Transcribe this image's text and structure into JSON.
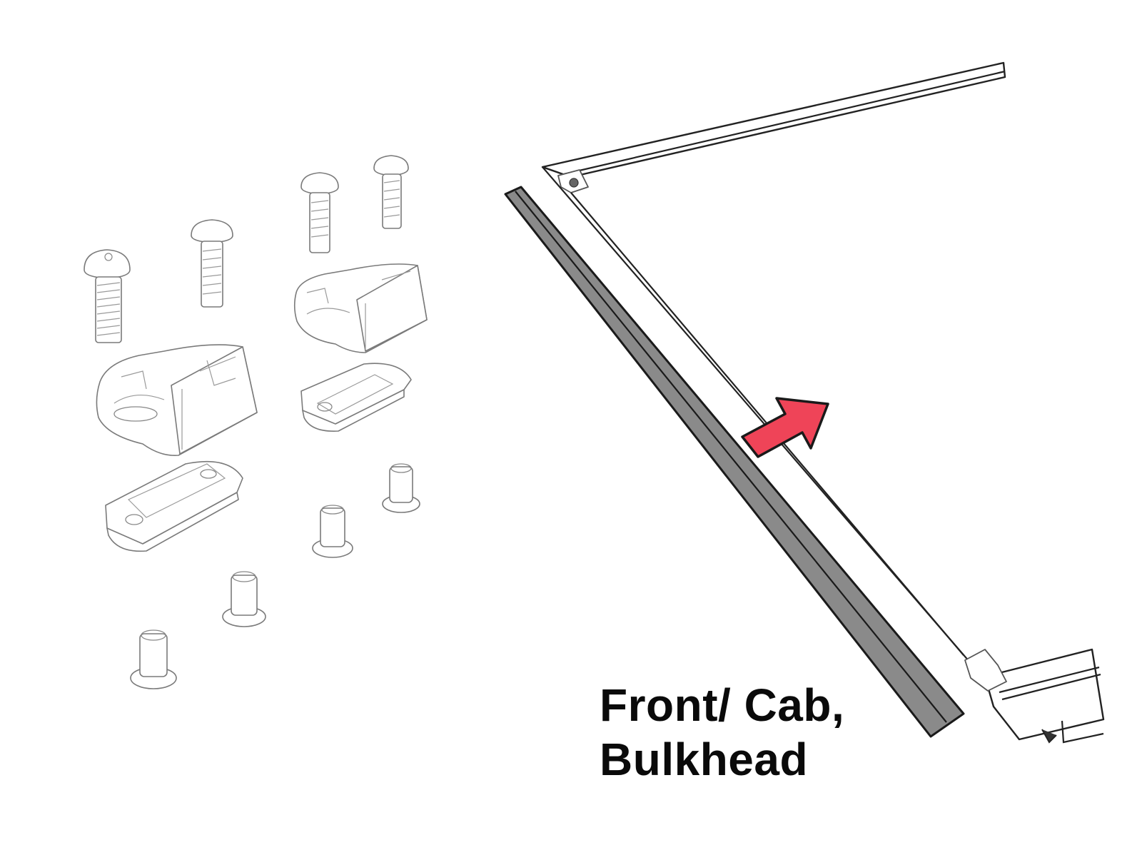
{
  "figure": {
    "label_lines": [
      "Front/ Cab,",
      "Bulkhead"
    ],
    "arrow_color": "#ef4458",
    "strip_color": "#8a8a8a",
    "components": {
      "button_head_bolts": 4,
      "mounting_blocks": 2,
      "base_plates": 2,
      "rivet_nuts": 4,
      "bulkhead_strip": 1,
      "crossbar_rails": 2,
      "direction_arrow": 1
    }
  }
}
